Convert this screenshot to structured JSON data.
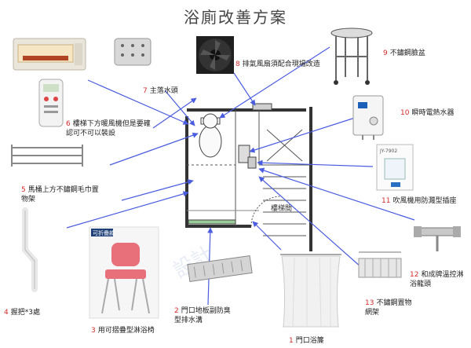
{
  "title": "浴廁改善方案",
  "accent_color": "#d62a2a",
  "arrow_color": "#4a5de0",
  "plan": {
    "stair_label": "樓梯間"
  },
  "items": [
    {
      "num": "1",
      "text": "門口浴簾"
    },
    {
      "num": "2",
      "text": "門口地板副防臭型排水溝"
    },
    {
      "num": "3",
      "text": "用可摺疊型淋浴椅"
    },
    {
      "num": "4",
      "text": "握把*3處"
    },
    {
      "num": "5",
      "text": "馬桶上方不鏽鋼毛巾置物架"
    },
    {
      "num": "6",
      "text": "樓梯下方暖風機但是要確認可不可以裝設"
    },
    {
      "num": "7",
      "text": "主落水頭"
    },
    {
      "num": "8",
      "text": "排氣風扇須配合現場改造"
    },
    {
      "num": "9",
      "text": "不鏽鋼臉盆"
    },
    {
      "num": "10",
      "text": "瞬時電熱水器"
    },
    {
      "num": "11",
      "text": "吹風機用防濺型插座"
    },
    {
      "num": "12",
      "text": "和成牌溫控淋浴龍頭"
    },
    {
      "num": "13",
      "text": "不鏽鋼置物網架"
    }
  ],
  "product_text": {
    "chair_tag": "可折疊款",
    "outlet_model": "JY-7902"
  }
}
